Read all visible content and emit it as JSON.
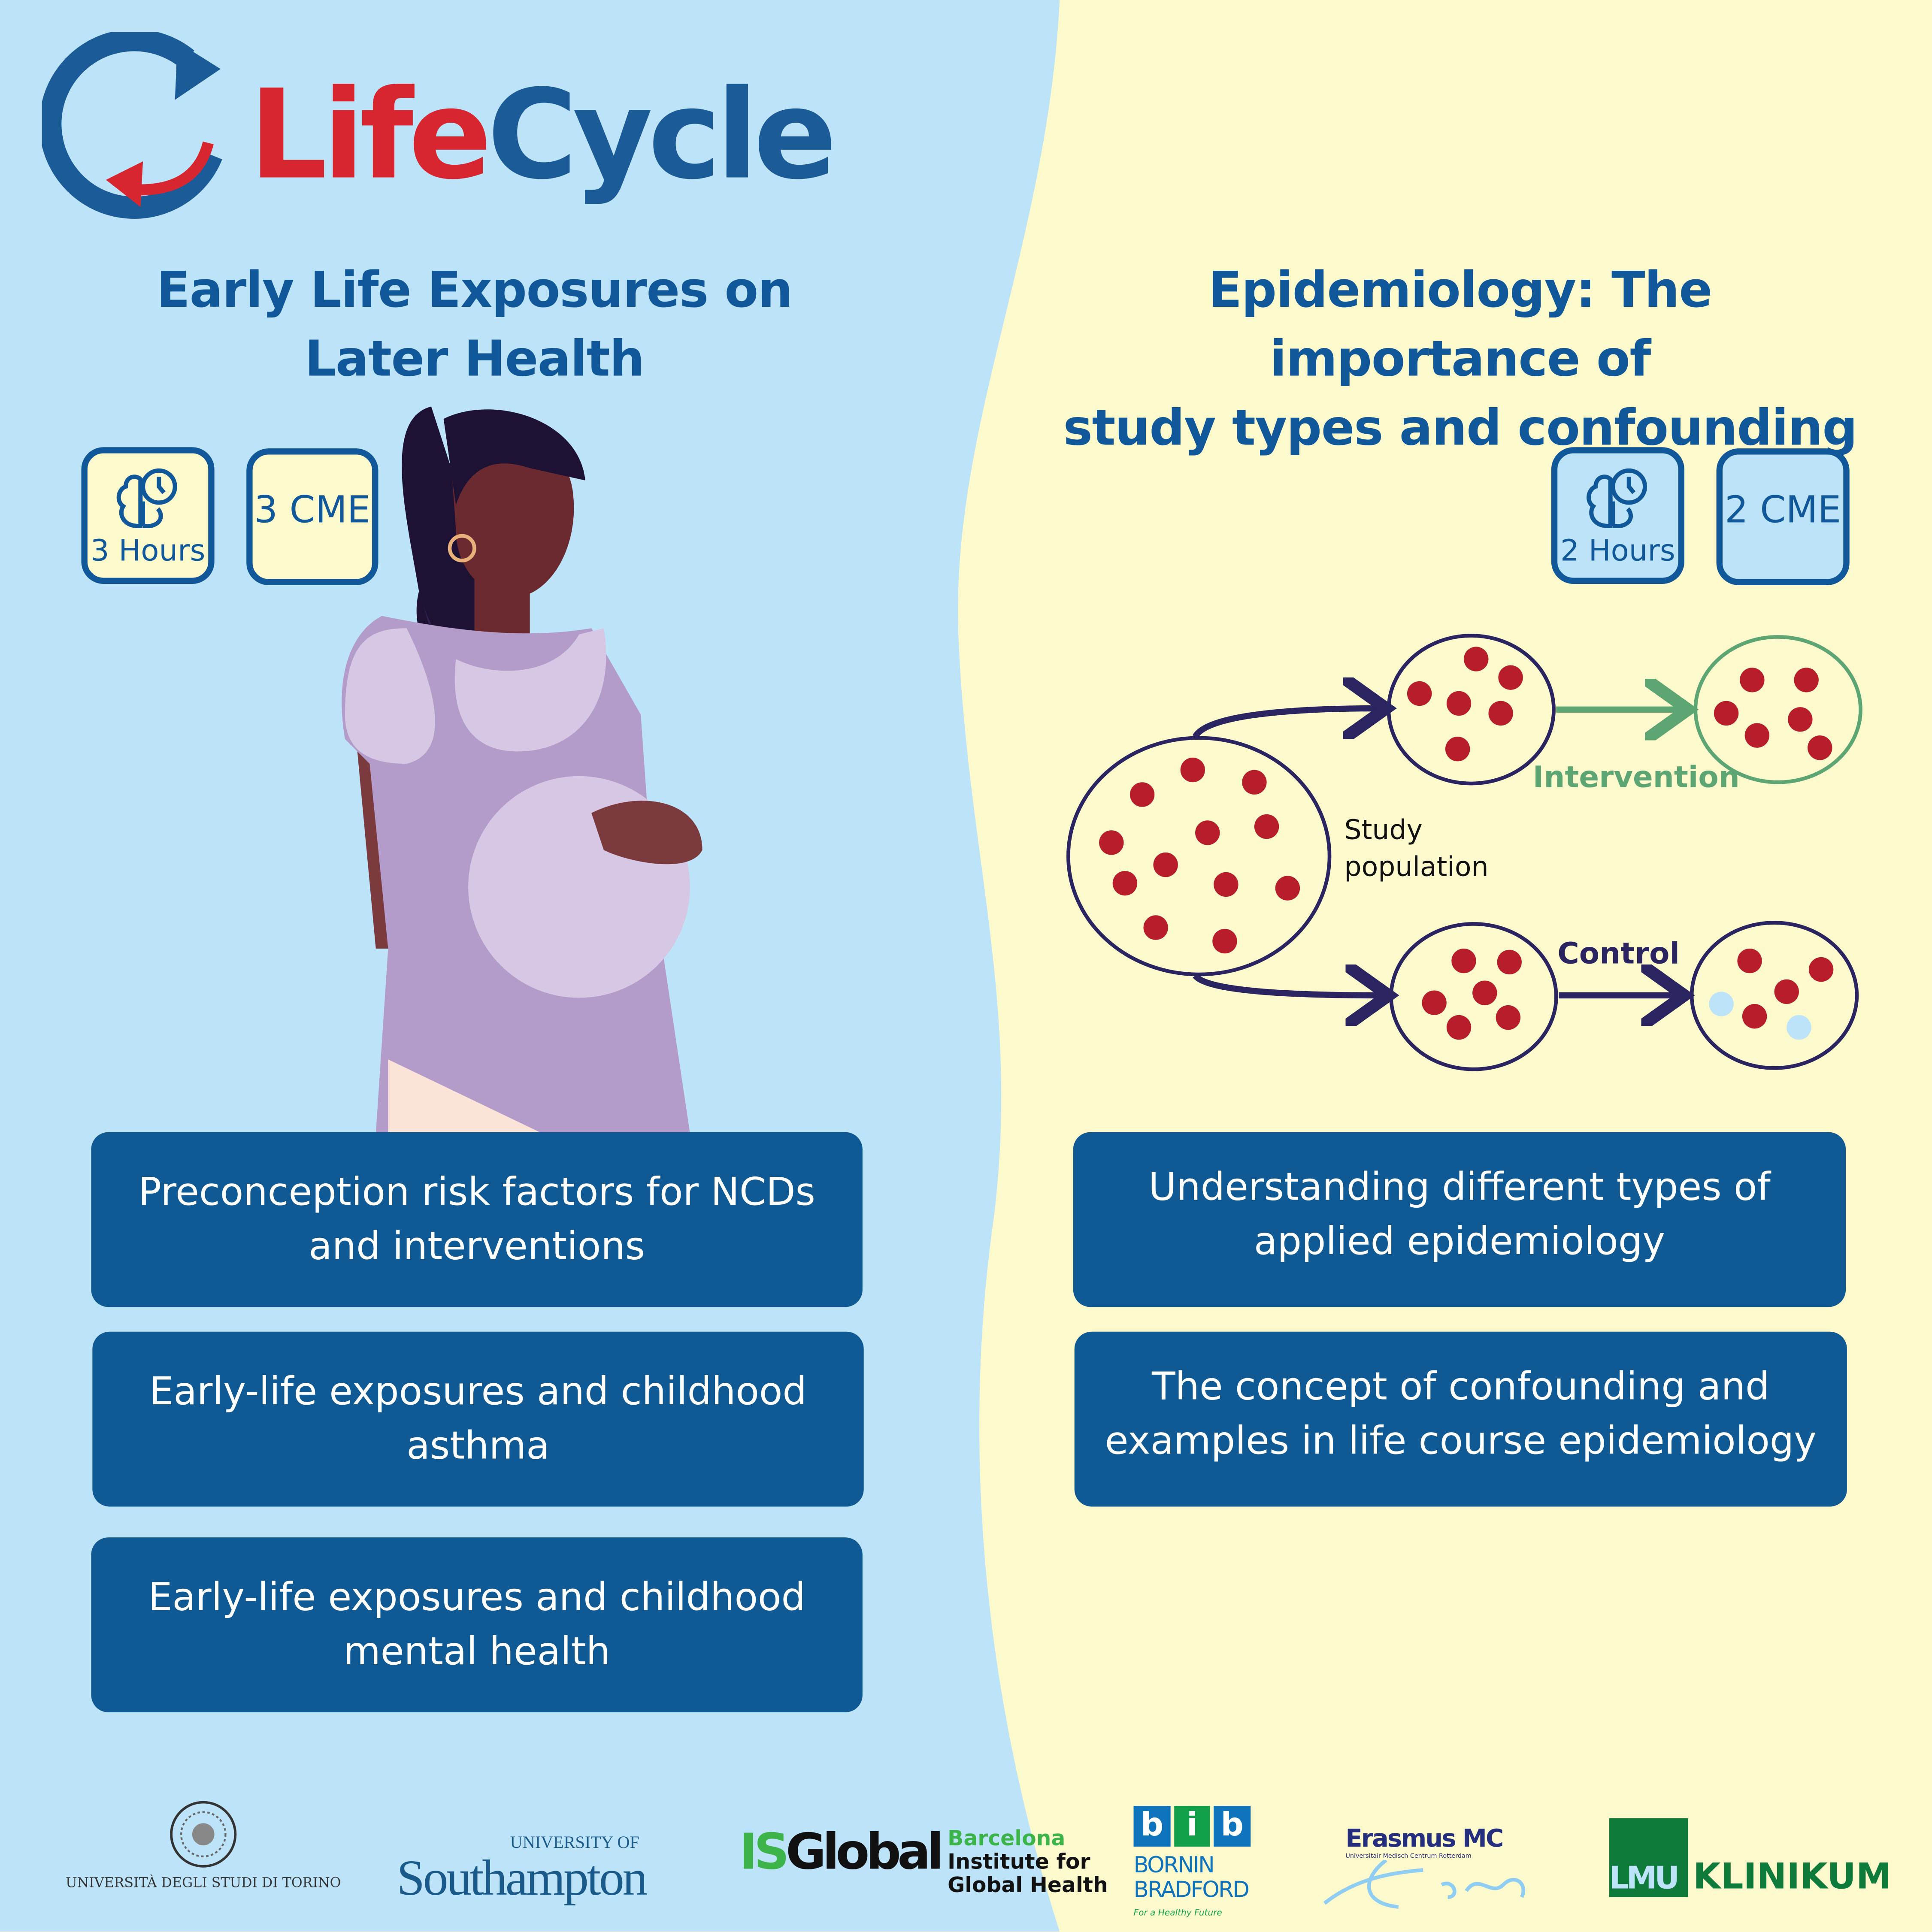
{
  "logo": {
    "part1": "Life",
    "part2": "Cycle"
  },
  "left": {
    "title_line1": "Early Life Exposures on",
    "title_line2": "Later Health",
    "hours_label": "3 Hours",
    "cme_label": "3 CME",
    "topics": [
      {
        "line1": "Preconception risk factors for NCDs",
        "line2": "and interventions"
      },
      {
        "line1": "Early-life exposures and childhood",
        "line2": "asthma"
      },
      {
        "line1": "Early-life exposures and childhood",
        "line2": "mental health"
      }
    ]
  },
  "right": {
    "title_line1": "Epidemiology: The importance of",
    "title_line2": "study types and confounding",
    "hours_label": "2 Hours",
    "cme_label": "2 CME",
    "diagram": {
      "study_line1": "Study",
      "study_line2": "population",
      "intervention": "Intervention",
      "control": "Control"
    },
    "topics": [
      {
        "line1": "Understanding different types of",
        "line2": "applied epidemiology"
      },
      {
        "line1": "The concept of confounding and",
        "line2": "examples in life course epidemiology"
      }
    ]
  },
  "footer": {
    "torino": "UNIVERSITÀ DEGLI STUDI DI TORINO",
    "southampton_small": "UNIVERSITY OF",
    "southampton_big": "Southampton",
    "isglobal_is": "IS",
    "isglobal_global": "Global",
    "isglobal_l1": "Barcelona",
    "isglobal_l2": "Institute for",
    "isglobal_l3": "Global Health",
    "bib_letters": [
      "b",
      "i",
      "b"
    ],
    "bib_l1": "BORNIN",
    "bib_l2": "BRADFORD",
    "bib_tag": "For a Healthy Future",
    "erasmus": "Erasmus MC",
    "erasmus_sub": "Universitair Medisch Centrum Rotterdam",
    "lmu": "LMU",
    "klinikum": "KLINIKUM"
  },
  "colors": {
    "left_bg": "#bde3f8",
    "right_bg": "#fcf9cc",
    "primary": "#0f5a95",
    "red": "#d7262f",
    "green": "#5da573",
    "navy": "#2a2460",
    "dot": "#b81d2c"
  }
}
